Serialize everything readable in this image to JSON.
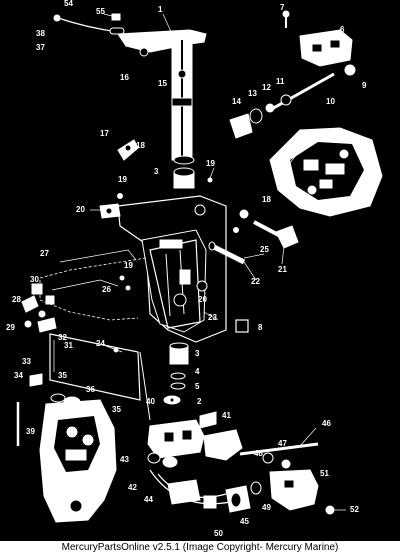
{
  "diagram": {
    "callouts": [
      "1",
      "2",
      "3",
      "4",
      "5",
      "6",
      "7",
      "8",
      "9",
      "10",
      "11",
      "12",
      "13",
      "14",
      "15",
      "16",
      "17",
      "18",
      "19",
      "20",
      "21",
      "22",
      "23",
      "24",
      "25",
      "26",
      "27",
      "28",
      "29",
      "30",
      "31",
      "32",
      "33",
      "34",
      "35",
      "36",
      "37",
      "38",
      "39",
      "40",
      "41",
      "42",
      "43",
      "44",
      "45",
      "46",
      "47",
      "48",
      "49",
      "50",
      "51",
      "52",
      "54",
      "55"
    ]
  },
  "footer": {
    "text": "MercuryPartsOnline v2.5.1 (Image Copyright- Mercury Marine)"
  }
}
